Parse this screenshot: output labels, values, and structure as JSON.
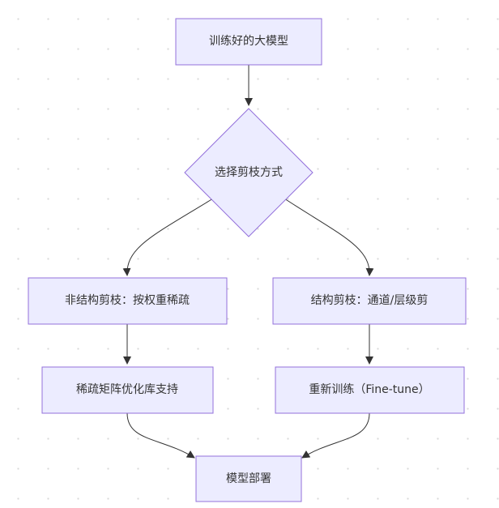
{
  "nodes": {
    "trained_model": "训练好的大模型",
    "choose_method": "选择剪枝方式",
    "unstructured": "非结构剪枝：按权重稀疏",
    "structured": "结构剪枝：通道/层级剪",
    "sparse_lib": "稀疏矩阵优化库支持",
    "finetune": "重新训练（Fine-tune）",
    "deploy": "模型部署"
  },
  "colors": {
    "node_fill": "#ECECFF",
    "node_stroke": "#9370DB",
    "edge": "#333333",
    "text": "#333333"
  }
}
